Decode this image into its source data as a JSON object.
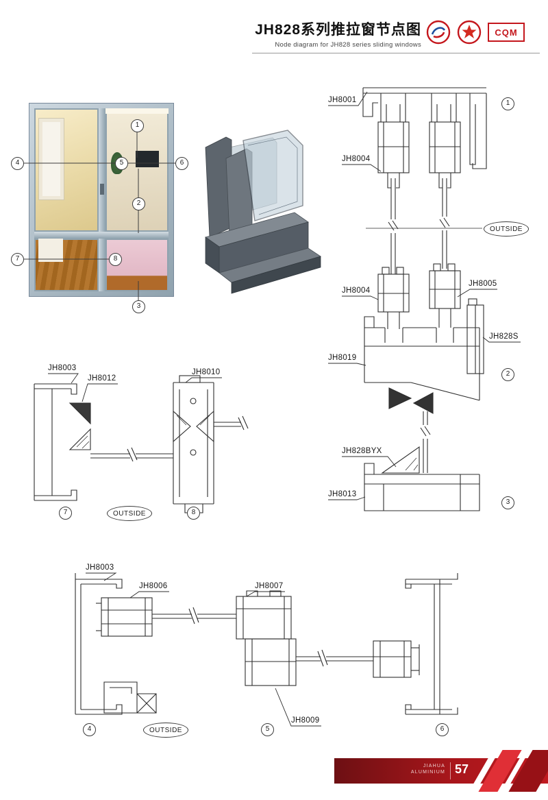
{
  "header": {
    "title_cn": "JH828系列推拉窗节点图",
    "title_en": "Node diagram for JH828 series sliding windows",
    "cqm": "CQM"
  },
  "photo": {
    "callouts": {
      "c1": "1",
      "c2": "2",
      "c3": "3",
      "c4": "4",
      "c5": "5",
      "c6": "6",
      "c7": "7",
      "c8": "8"
    }
  },
  "right_section": {
    "labels": {
      "jh8001": "JH8001",
      "jh8004_top": "JH8004",
      "outside": "OUTSIDE",
      "jh8004_mid": "JH8004",
      "jh8005": "JH8005",
      "jh828s": "JH828S",
      "jh8019": "JH8019",
      "jh828byx": "JH828BYX",
      "jh8013": "JH8013"
    },
    "callouts": {
      "c1": "1",
      "c2": "2",
      "c3": "3"
    }
  },
  "mid_section": {
    "labels": {
      "jh8003": "JH8003",
      "jh8012": "JH8012",
      "jh8010": "JH8010",
      "outside": "OUTSIDE"
    },
    "callouts": {
      "c7": "7",
      "c8": "8"
    }
  },
  "bottom_section": {
    "labels": {
      "jh8003": "JH8003",
      "jh8006": "JH8006",
      "jh8007": "JH8007",
      "jh8009": "JH8009",
      "outside": "OUTSIDE"
    },
    "callouts": {
      "c4": "4",
      "c5": "5",
      "c6": "6"
    }
  },
  "footer": {
    "brand_top": "JIAHUA",
    "brand_bottom": "ALUMINIUM",
    "page_number": "57"
  }
}
